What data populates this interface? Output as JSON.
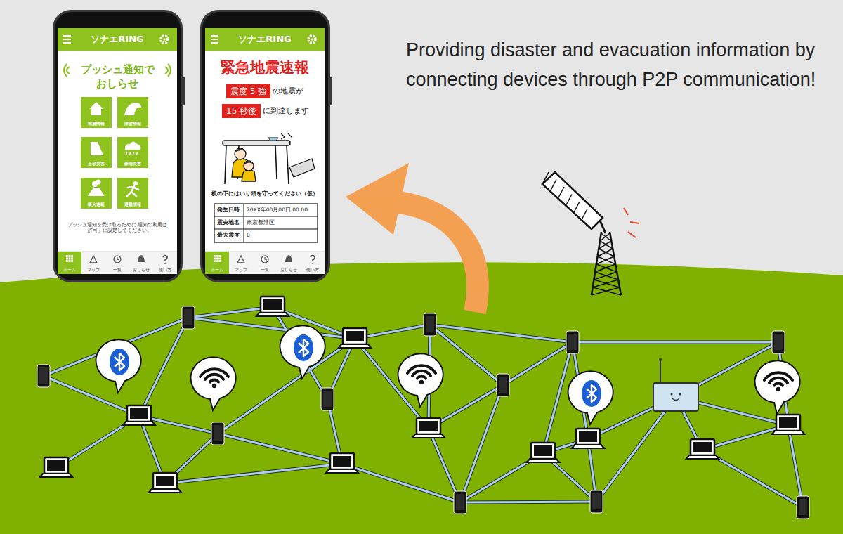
{
  "diagram": {
    "title": "Providing disaster and evacuation information by connecting devices through P2P communication!",
    "nodes": [
      {
        "text": [
          "ソナエRING",
          "プッシュ通知で おしらせ",
          "プッシュ通知を受け取るために 通知の利用は「許可」に設定してください。"
        ]
      },
      {
        "text": [
          "地震情報"
        ],
        "in": 0
      },
      {
        "text": [
          "津波情報"
        ],
        "in": 0
      },
      {
        "text": [
          "土砂災害"
        ],
        "in": 0
      },
      {
        "text": [
          "豪雨災害"
        ],
        "in": 0
      },
      {
        "text": [
          "噴火速報"
        ],
        "in": 0
      },
      {
        "text": [
          "避難情報"
        ],
        "in": 0
      },
      {
        "text": [
          "ソナエRING",
          "緊急地震速報",
          "机の下にはいり頭を守ってください（仮）"
        ]
      },
      {
        "text": [
          "震度 5 強"
        ],
        "in": 7
      },
      {
        "text": [
          "15 秒後"
        ],
        "in": 7
      }
    ],
    "labels": [
      "の地震が",
      "に到達します",
      "発生日時",
      "20XX年00月00日 00:00",
      "震央地名",
      "東京都港区",
      "最大震度",
      "0",
      "ホーム",
      "マップ",
      "一覧",
      "おしらせ",
      "使い方",
      "ホーム",
      "マップ",
      "一覧",
      "おしらせ",
      "使い方"
    ]
  }
}
